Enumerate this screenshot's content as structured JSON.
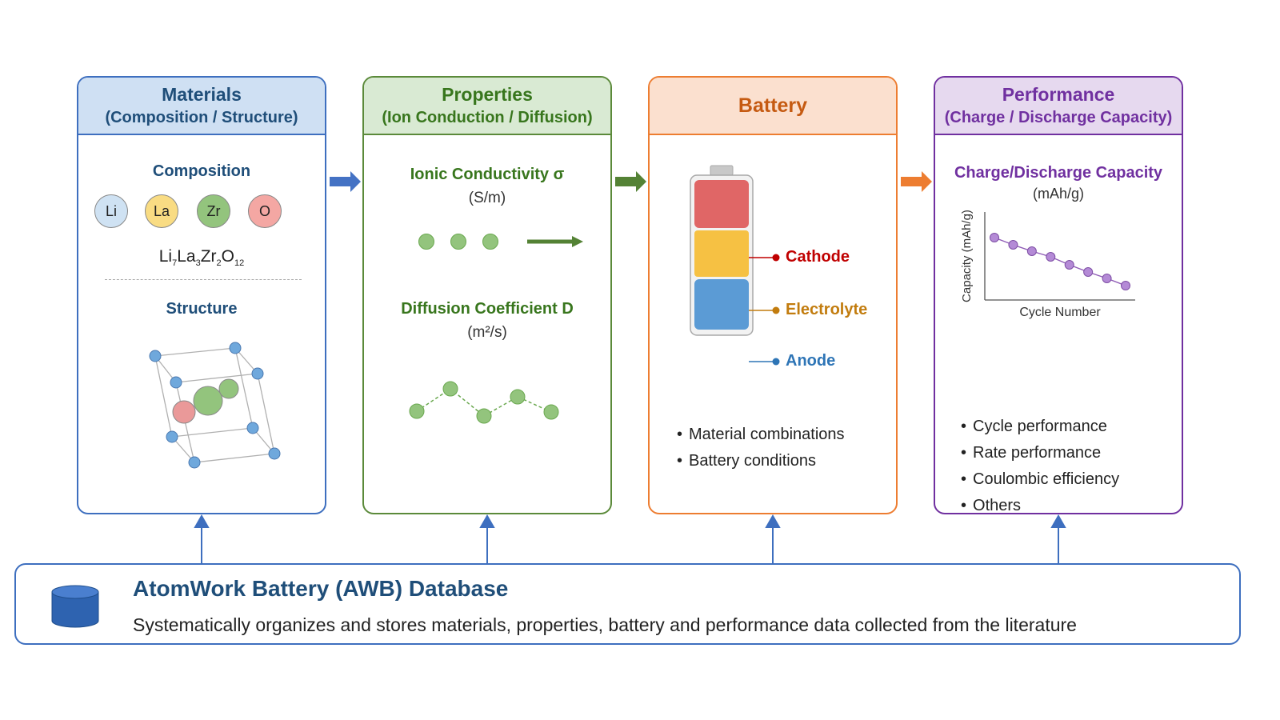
{
  "colors": {
    "materials": "#3e6fbf",
    "properties": "#5b8a3a",
    "battery": "#ed7d31",
    "performance": "#7030a0"
  },
  "materials": {
    "title": "Materials",
    "subtitle": "(Composition / Structure)",
    "composition_title": "Composition",
    "elements": [
      "Li",
      "La",
      "Zr",
      "O"
    ],
    "formula": [
      {
        "el": "Li",
        "n": "7"
      },
      {
        "el": "La",
        "n": "3"
      },
      {
        "el": "Zr",
        "n": "2"
      },
      {
        "el": "O",
        "n": "12"
      }
    ],
    "structure_title": "Structure",
    "structure_icon": "crystal-lattice-icon"
  },
  "properties": {
    "title": "Properties",
    "subtitle": "(Ion Conduction / Diffusion)",
    "conductivity_title": "Ionic Conductivity σ",
    "conductivity_unit": "(S/m)",
    "diffusion_title": "Diffusion Coefficient D",
    "diffusion_unit": "(m²/s)"
  },
  "battery": {
    "title": "Battery",
    "layers": {
      "cathode": "Cathode",
      "electrolyte": "Electrolyte",
      "anode": "Anode"
    },
    "bullets": [
      "Material combinations",
      "Battery conditions"
    ]
  },
  "performance": {
    "title": "Performance",
    "subtitle": "(Charge / Discharge Capacity)",
    "capacity_title": "Charge/Discharge Capacity",
    "capacity_unit": "(mAh/g)",
    "bullets": [
      "Cycle performance",
      "Rate performance",
      "Coulombic efficiency",
      "Others"
    ]
  },
  "database": {
    "title": "AtomWork Battery (AWB) Database",
    "description": "Systematically organizes and stores materials, properties, battery and performance data collected from the literature",
    "icon": "database-icon"
  },
  "chart_data": {
    "type": "scatter",
    "xlabel": "Cycle Number",
    "ylabel": "Capacity (mAh/g)",
    "x": [
      1,
      2,
      3,
      4,
      5,
      6,
      7,
      8
    ],
    "y": [
      8.0,
      7.1,
      6.3,
      5.6,
      4.6,
      3.7,
      2.9,
      2.0
    ],
    "grid": false
  }
}
